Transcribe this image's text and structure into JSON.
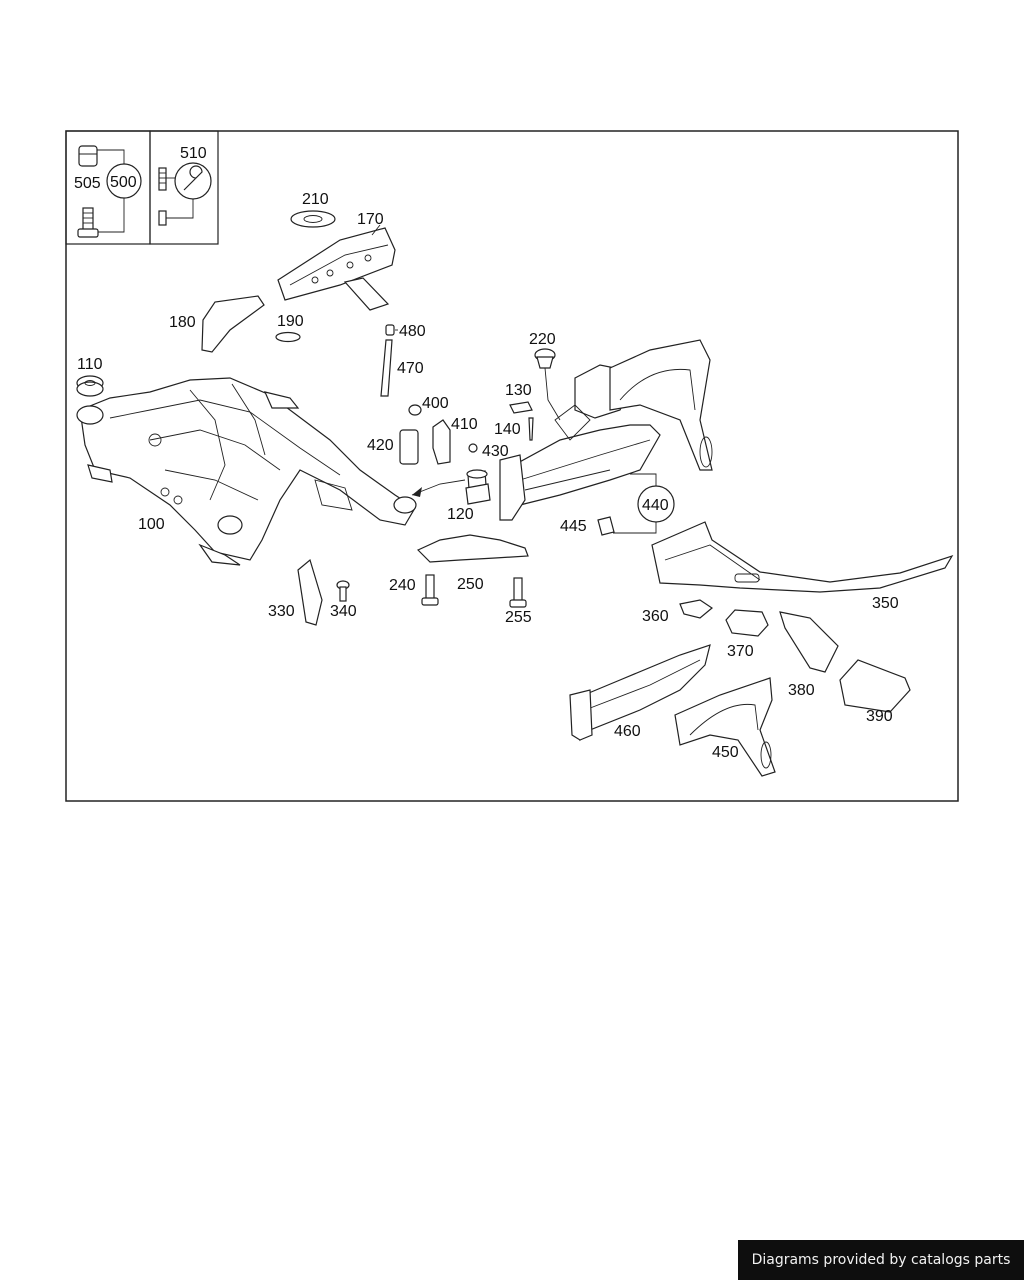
{
  "labels": {
    "l100": "100",
    "l110": "110",
    "l120": "120",
    "l130": "130",
    "l140": "140",
    "l170": "170",
    "l180": "180",
    "l190": "190",
    "l210": "210",
    "l220": "220",
    "l240": "240",
    "l250": "250",
    "l255": "255",
    "l330": "330",
    "l340": "340",
    "l350": "350",
    "l360": "360",
    "l370": "370",
    "l380": "380",
    "l390": "390",
    "l400": "400",
    "l410": "410",
    "l420": "420",
    "l430": "430",
    "l440": "440",
    "l445": "445",
    "l450": "450",
    "l460": "460",
    "l470": "470",
    "l480": "480",
    "l500": "500",
    "l505": "505",
    "l510": "510"
  },
  "footer": {
    "text": "Diagrams provided by catalogs parts"
  }
}
